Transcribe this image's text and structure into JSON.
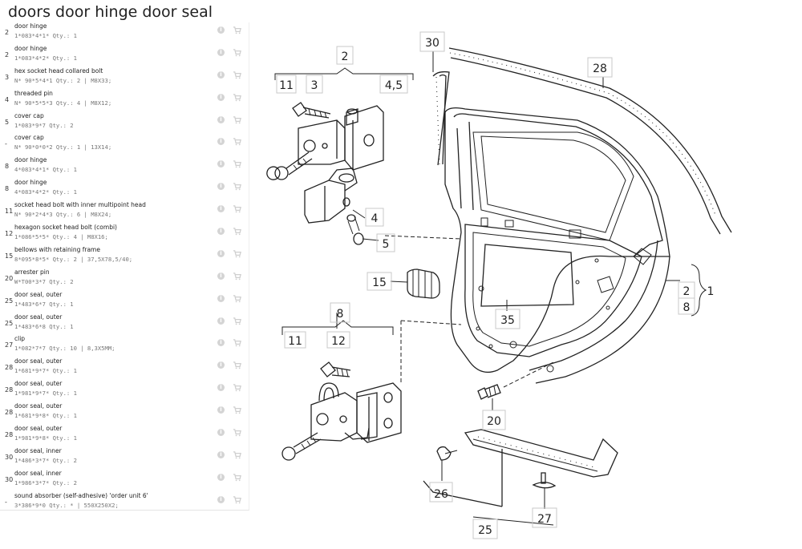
{
  "title": "doors door hinge door seal",
  "parts": [
    {
      "pos": "2",
      "name": "door hinge",
      "detail": "1*083*4*1* Qty.: 1"
    },
    {
      "pos": "2",
      "name": "door hinge",
      "detail": "1*083*4*2* Qty.: 1"
    },
    {
      "pos": "3",
      "name": "hex socket head collared bolt",
      "detail": "N* 90*5*4*1 Qty.: 2 | M8X33;"
    },
    {
      "pos": "4",
      "name": "threaded pin",
      "detail": "N* 90*5*5*3 Qty.: 4 | M8X12;"
    },
    {
      "pos": "5",
      "name": "cover cap",
      "detail": "1*083*9*7 Qty.: 2"
    },
    {
      "pos": "-",
      "name": "cover cap",
      "detail": "N* 90*0*0*2 Qty.: 1 | 13X14;"
    },
    {
      "pos": "8",
      "name": "door hinge",
      "detail": "4*083*4*1* Qty.: 1"
    },
    {
      "pos": "8",
      "name": "door hinge",
      "detail": "4*083*4*2* Qty.: 1"
    },
    {
      "pos": "11",
      "name": "socket head bolt with inner multipoint head",
      "detail": "N* 90*2*4*3 Qty.: 6 | M8X24;"
    },
    {
      "pos": "12",
      "name": "hexagon socket head bolt (combi)",
      "detail": "1*086*5*5* Qty.: 4 | M8X16;"
    },
    {
      "pos": "15",
      "name": "bellows with retaining frame",
      "detail": "8*095*8*5* Qty.: 2 | 37,5X78,5/40;"
    },
    {
      "pos": "20",
      "name": "arrester pin",
      "detail": "W*T00*3*7 Qty.: 2"
    },
    {
      "pos": "25",
      "name": "door seal, outer",
      "detail": "1*483*6*7 Qty.: 1"
    },
    {
      "pos": "25",
      "name": "door seal, outer",
      "detail": "1*483*6*8 Qty.: 1"
    },
    {
      "pos": "27",
      "name": "clip",
      "detail": "1*082*7*7 Qty.: 10 | 8,3X5MM;"
    },
    {
      "pos": "28",
      "name": "door seal, outer",
      "detail": "1*681*9*7* Qty.: 1"
    },
    {
      "pos": "28",
      "name": "door seal, outer",
      "detail": "1*981*9*7* Qty.: 1"
    },
    {
      "pos": "28",
      "name": "door seal, outer",
      "detail": "1*681*9*8* Qty.: 1"
    },
    {
      "pos": "28",
      "name": "door seal, outer",
      "detail": "1*981*9*8* Qty.: 1"
    },
    {
      "pos": "30",
      "name": "door seal, inner",
      "detail": "1*486*3*7* Qty.: 2"
    },
    {
      "pos": "30",
      "name": "door seal, inner",
      "detail": "1*986*3*7* Qty.: 2"
    },
    {
      "pos": "-",
      "name": "sound absorber (self-adhesive) 'order unit 6'",
      "detail": "3*386*9*0 Qty.: * | 550X250X2;"
    }
  ],
  "icons": {
    "info": "info-icon",
    "cart": "cart-icon",
    "info_glyph": "i"
  },
  "colors": {
    "icon_gray": "#d4d4d4",
    "callout_border": "#c8c8c8"
  },
  "diagram": {
    "callouts": {
      "c2_top": "2",
      "c11_top": "11",
      "c3": "3",
      "c45": "4,5",
      "c30": "30",
      "c28": "28",
      "c4": "4",
      "c5": "5",
      "c15": "15",
      "c35": "35",
      "c2_right": "2",
      "c1": "1",
      "c8_right": "8",
      "c8_mid": "8",
      "c11_mid": "11",
      "c12": "12",
      "c20": "20",
      "c26": "26",
      "c27": "27",
      "c25": "25"
    }
  }
}
